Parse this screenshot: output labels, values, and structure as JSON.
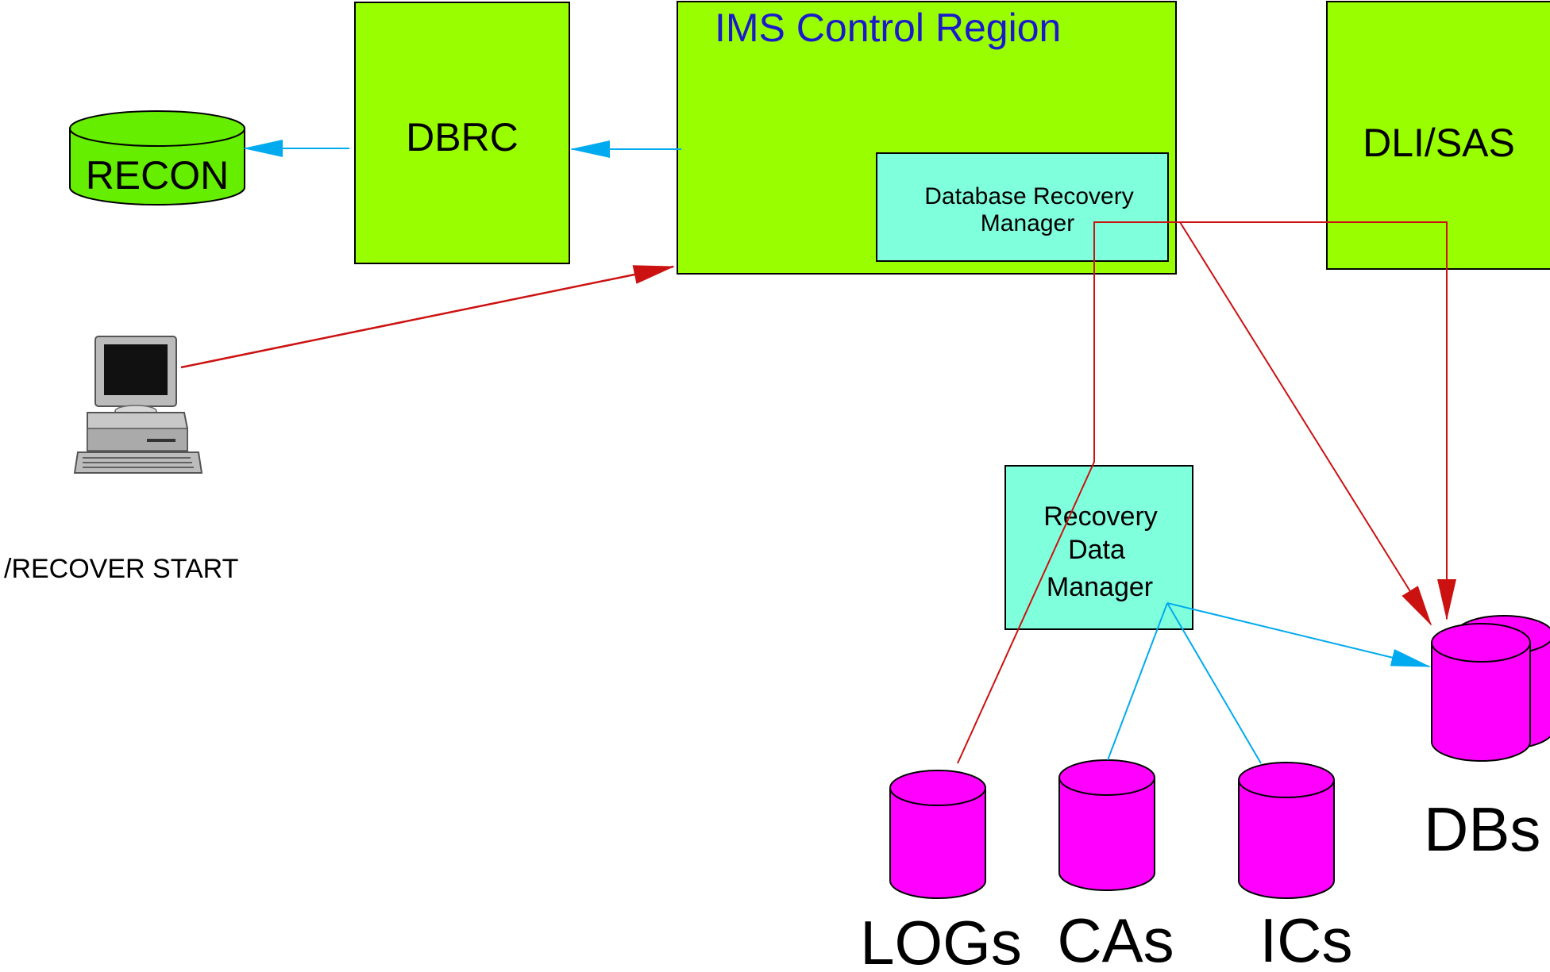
{
  "colors": {
    "box_fill": "#99ff00",
    "inner_fill": "#80ffdd",
    "cylinder_fill": "#ff00ff",
    "recon_fill": "#66ee00",
    "red_arrow": "#cc1111",
    "blue_arrow": "#00aaee",
    "title_color": "#1a1acc"
  },
  "boxes": {
    "ims_control_region": "IMS Control Region",
    "dbrc": "DBRC",
    "dli_sas": "DLI/SAS",
    "database_recovery_manager_line1": "Database Recovery",
    "database_recovery_manager_line2": "Manager",
    "recovery_data_manager_line1": "Recovery",
    "recovery_data_manager_line2": "Data",
    "recovery_data_manager_line3": "Manager"
  },
  "datastores": {
    "recon": "RECON",
    "logs": "LOGs",
    "cas": "CAs",
    "ics": "ICs",
    "dbs": "DBs"
  },
  "terminal": {
    "command": "/RECOVER START",
    "icon": "computer-terminal-icon"
  }
}
